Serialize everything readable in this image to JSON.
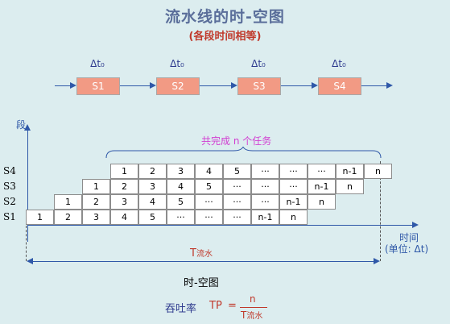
{
  "title": "流水线的时-空图",
  "subtitle": "(各段时间相等)",
  "pipeline": {
    "delta_label": "Δt₀",
    "stages": [
      "S1",
      "S2",
      "S3",
      "S4"
    ]
  },
  "diagram": {
    "y_axis_label": "段",
    "x_axis_label_1": "时间",
    "x_axis_label_2": "(单位: Δt)",
    "brace_label": "共完成 n 个任务",
    "rows": [
      {
        "label": "S4",
        "offset": 3,
        "cells": [
          "1",
          "2",
          "3",
          "4",
          "5",
          "···",
          "···",
          "···",
          "n-1",
          "n"
        ]
      },
      {
        "label": "S3",
        "offset": 2,
        "cells": [
          "1",
          "2",
          "3",
          "4",
          "5",
          "···",
          "···",
          "···",
          "n-1",
          "n"
        ]
      },
      {
        "label": "S2",
        "offset": 1,
        "cells": [
          "1",
          "2",
          "3",
          "4",
          "5",
          "···",
          "···",
          "···",
          "n-1",
          "n"
        ]
      },
      {
        "label": "S1",
        "offset": 0,
        "cells": [
          "1",
          "2",
          "3",
          "4",
          "5",
          "···",
          "···",
          "···",
          "n-1",
          "n"
        ]
      }
    ],
    "span_label_main": "T",
    "span_label_sub": "流水",
    "caption": "时-空图"
  },
  "formula": {
    "name": "吞吐率",
    "lhs": "TP",
    "eq": "=",
    "numerator": "n",
    "denominator_main": "T",
    "denominator_sub": "流水"
  },
  "colors": {
    "stage_fill": "#f29a84",
    "arrow": "#2f58a8",
    "title": "#5a6e9a",
    "accent_red": "#c0392b",
    "brace_label": "#d23fd2"
  }
}
